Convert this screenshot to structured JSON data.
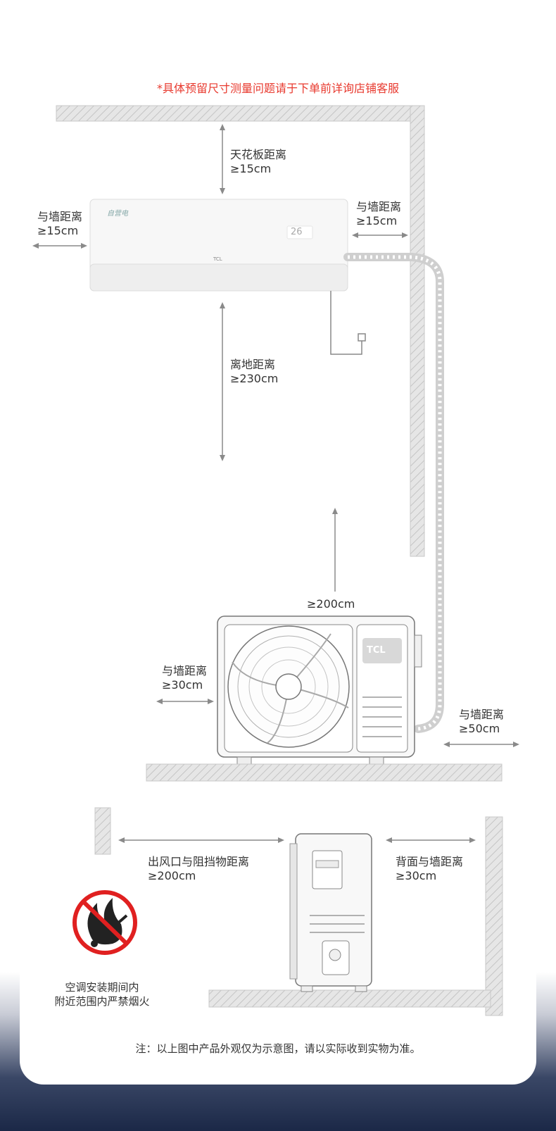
{
  "notice": "*具体预留尺寸测量问题请于下单前详询店铺客服",
  "indoor": {
    "ceiling": {
      "title": "天花板距离",
      "value": "≥15cm"
    },
    "left_wall": {
      "title": "与墙距离",
      "value": "≥15cm"
    },
    "right_wall": {
      "title": "与墙距离",
      "value": "≥15cm"
    },
    "floor": {
      "title": "离地距离",
      "value": "≥230cm"
    },
    "unit_logo": "自营电",
    "unit_temp": "26",
    "unit_brand": "TCL"
  },
  "outdoor_front": {
    "top": {
      "value": "≥200cm"
    },
    "left_wall": {
      "title": "与墙距离",
      "value": "≥30cm"
    },
    "right_wall": {
      "title": "与墙距离",
      "value": "≥50cm"
    },
    "brand": "TCL"
  },
  "outdoor_side": {
    "outlet": {
      "title": "出风口与阻挡物距离",
      "value": "≥200cm"
    },
    "back": {
      "title": "背面与墙距离",
      "value": "≥30cm"
    }
  },
  "warning": {
    "line1": "空调安装期间内",
    "line2": "附近范围内严禁烟火"
  },
  "footnote": "注：以上图中产品外观仅为示意图，请以实际收到实物为准。",
  "colors": {
    "notice": "#e8392e",
    "prohibit": "#e02020",
    "wall": "#d4d4d4",
    "arrow": "#8a8a8a"
  }
}
